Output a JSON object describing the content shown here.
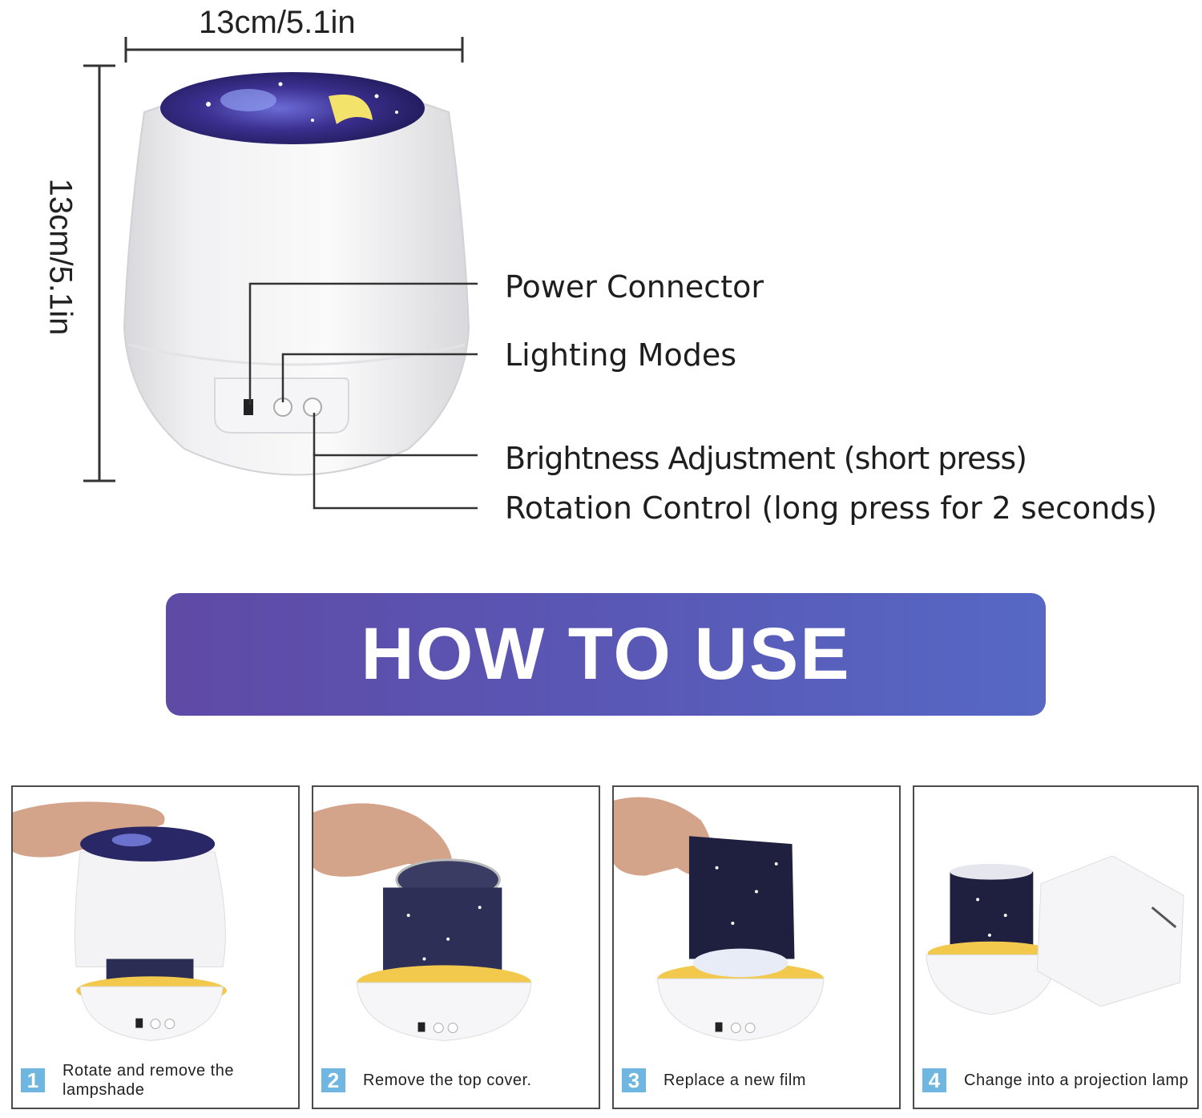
{
  "dimensions": {
    "width_label": "13cm/5.1in",
    "height_label": "13cm/5.1in"
  },
  "callouts": {
    "power": "Power Connector",
    "lighting": "Lighting Modes",
    "brightness": "Brightness Adjustment (short press)",
    "rotation": "Rotation Control (long press for 2 seconds)"
  },
  "banner": {
    "title": "HOW TO USE"
  },
  "steps": [
    {
      "num": "1",
      "text": "Rotate and remove the lampshade"
    },
    {
      "num": "2",
      "text": "Remove the top cover."
    },
    {
      "num": "3",
      "text": "Replace a new film"
    },
    {
      "num": "4",
      "text": "Change into a projection lamp"
    }
  ],
  "colors": {
    "banner_left": "#5f4aa6",
    "banner_right": "#5668c4",
    "step_number_bg": "#6fb7e0",
    "base_ring": "#f2c94c"
  }
}
